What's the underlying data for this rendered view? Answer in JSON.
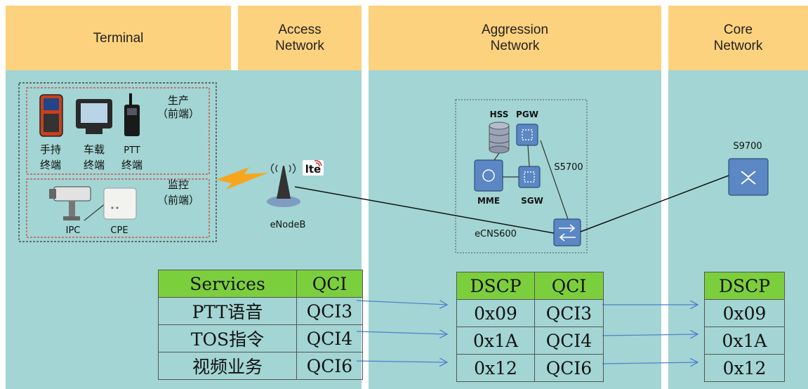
{
  "columns": {
    "terminal": "Terminal",
    "access": "Access\nNetwork",
    "aggregation": "Aggression\nNetwork",
    "core": "Core\nNetwork"
  },
  "terminal": {
    "group_production": [
      "生产",
      "（前端）"
    ],
    "group_monitoring": [
      "监控",
      "（前端）"
    ],
    "handheld": [
      "手持",
      "终端"
    ],
    "vehicle": [
      "车载",
      "终端"
    ],
    "ptt": [
      "PTT",
      "终端"
    ],
    "ipc": "IPC",
    "cpe": "CPE"
  },
  "access": {
    "enodeb": "eNodeB",
    "lte_badge": "lte"
  },
  "aggregation": {
    "hss": "HSS",
    "pgw": "PGW",
    "mme": "MME",
    "sgw": "SGW",
    "s5700": "S5700",
    "ecns600": "eCNS600"
  },
  "core": {
    "s9700": "S9700"
  },
  "tables": {
    "access": {
      "headers": [
        "Services",
        "QCI"
      ],
      "rows": [
        [
          "PTT语音",
          "QCI3"
        ],
        [
          "TOS指令",
          "QCI4"
        ],
        [
          "视频业务",
          "QCI6"
        ]
      ]
    },
    "aggregation": {
      "headers": [
        "DSCP",
        "QCI"
      ],
      "rows": [
        [
          "0x09",
          "QCI3"
        ],
        [
          "0x1A",
          "QCI4"
        ],
        [
          "0x12",
          "QCI6"
        ]
      ]
    },
    "core": {
      "headers": [
        "DSCP"
      ],
      "rows": [
        [
          "0x09"
        ],
        [
          "0x1A"
        ],
        [
          "0x12"
        ]
      ]
    }
  },
  "colors": {
    "header": "#fdd27e",
    "panel": "#a2d5d3",
    "table_header": "#7ccf3c",
    "arrow": "#4a7fd0",
    "group_border": "#d04040"
  }
}
